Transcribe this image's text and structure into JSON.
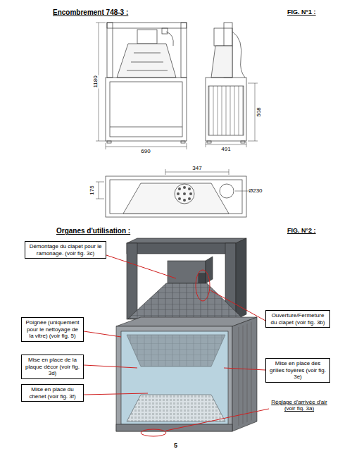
{
  "diagram": {
    "title": "Encombrement 748-3 :",
    "nodes": [
      {
        "text": [
          "Démontage du clapet pour le ramonage. (voir fig. 3c)"
        ]
      },
      {
        "text": [
          "Poignée (uniquement pour le nettoyage de la vitre) (voir fig. 5)"
        ]
      },
      {
        "text": [
          "Mise en place de la plaque décor (voir fig. 3d)"
        ]
      },
      {
        "text": [
          "Mise en place du chenet (voir fig. 3f)"
        ]
      },
      {
        "text": [
          "Ouverture/Fermeture du clapet (voir fig. 3b)"
        ]
      },
      {
        "text": [
          "Mise en place des grilles foyères (voir fig. 3e)"
        ]
      }
    ],
    "labels": [
      "FIG. N°1 :",
      "1180",
      "690",
      "508",
      "491",
      "347",
      "175",
      "Ø230",
      "Organes d'utilisation :",
      "FIG. N°2 :",
      "Réglage d'arrivée d'air (voir fig. 3a)",
      "5"
    ]
  }
}
